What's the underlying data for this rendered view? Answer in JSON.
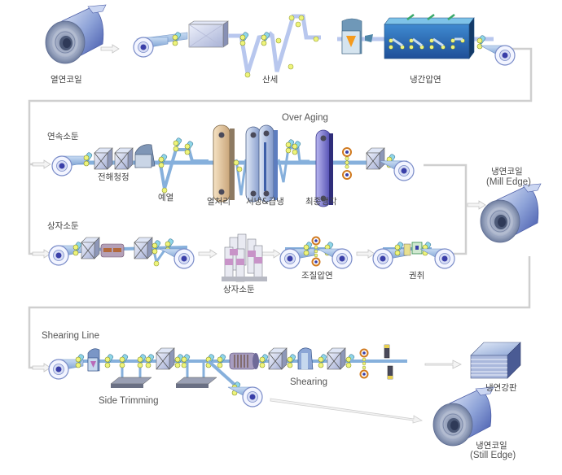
{
  "title": "냉연강판 제조공정",
  "colors": {
    "frame_line": "#c8c8c8",
    "belt": "#8fb4de",
    "belt_dark": "#5b86c0",
    "roller": "#e8f07a",
    "coil_core": "#3a3fa8",
    "rolling_mill": "#2b6cb5",
    "furnace_tan": "#e8caa0",
    "furnace_blue": "#a9bde0",
    "cooler_purple": "#8c88d8",
    "text": "#444444"
  },
  "row1": {
    "start_coil_label": "열연코일",
    "pickling_label": "산세",
    "cold_rolling_label": "냉간압연"
  },
  "row2": {
    "section_label": "연속소둔",
    "electrolytic_cleaning_label": "전해청정",
    "preheating_label": "예열",
    "heat_treatment_label": "열처리",
    "slow_rapid_cooling_label": "서냉&급냉",
    "over_aging_label": "Over Aging",
    "final_cooling_label": "최종냉각"
  },
  "row3": {
    "section_label": "상자소둔",
    "batch_annealing_label": "상자소둔",
    "skin_pass_label": "조질압연",
    "coiling_label": "권취"
  },
  "mill_edge_coil": {
    "label_line1": "냉연코일",
    "label_line2": "(Mill Edge)"
  },
  "row4": {
    "section_label": "Shearing Line",
    "side_trimming_label": "Side Trimming",
    "shearing_label": "Shearing"
  },
  "outputs": {
    "sheet_label": "냉연강판",
    "still_edge_label_line1": "냉연코일",
    "still_edge_label_line2": "(Still Edge)"
  }
}
